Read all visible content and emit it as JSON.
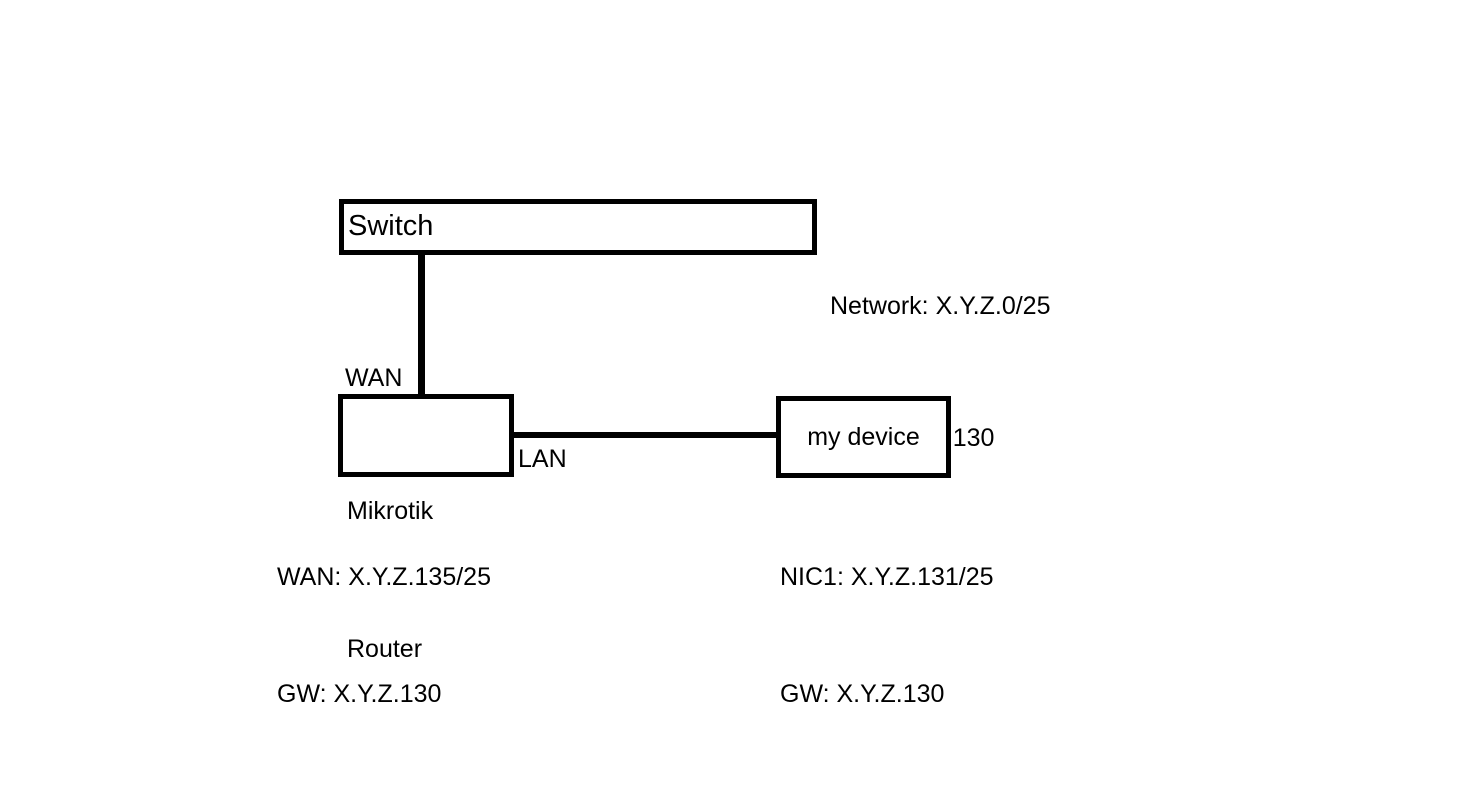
{
  "diagram": {
    "type": "network-topology",
    "background_color": "#ffffff",
    "stroke_color": "#000000",
    "text_color": "#000000",
    "nodes": [
      {
        "id": "switch",
        "label": "Switch",
        "annotation": [
          "Network: X.Y.Z.0/25",
          "GW: X.Y.Z.130"
        ]
      },
      {
        "id": "router",
        "label_line1": "Mikrotik",
        "label_line2": "Router",
        "annotation": [
          "WAN: X.Y.Z.135/25",
          "GW: X.Y.Z.130"
        ]
      },
      {
        "id": "device",
        "label": "my device",
        "annotation": [
          "NIC1: X.Y.Z.131/25",
          "GW: X.Y.Z.130"
        ]
      }
    ],
    "links": [
      {
        "id": "wan-link",
        "from": "switch",
        "to": "router",
        "port_label": "WAN"
      },
      {
        "id": "lan-link",
        "from": "router",
        "to": "device",
        "port_label": "LAN"
      }
    ]
  }
}
